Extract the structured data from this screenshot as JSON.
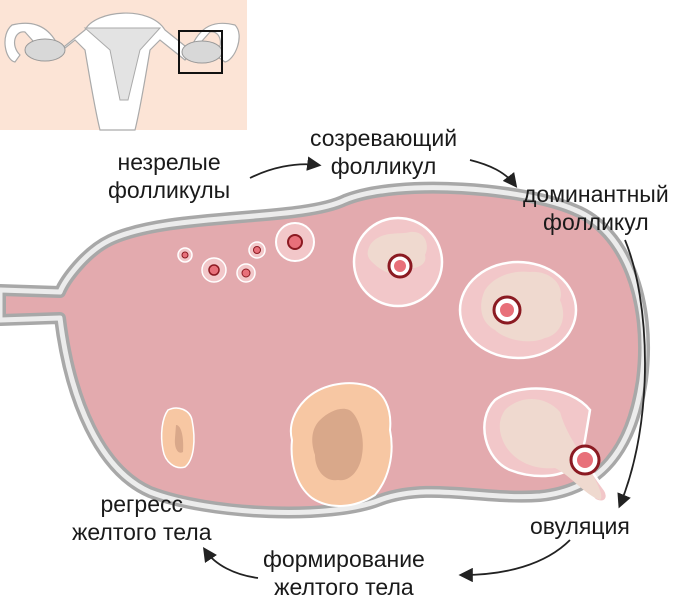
{
  "labels": {
    "immature": [
      "незрелые",
      "фолликулы"
    ],
    "maturing": [
      "созревающий",
      "фолликул"
    ],
    "dominant": [
      "доминантный",
      "фолликул"
    ],
    "ovulation": [
      "овуляция"
    ],
    "forming": [
      "формирование",
      "желтого тела"
    ],
    "regress": [
      "регресс",
      "желтого тела"
    ]
  },
  "colors": {
    "inset_bg": "#fce4d6",
    "ovary_fill": "#e3aaae",
    "ovary_border": "#a8a8a8",
    "follicle": "#f2c7c9",
    "antrum": "#efd9cf",
    "egg": "#e8707a",
    "corpus_luteum": "#f7c7a3",
    "corpus_core": "#d9a88a"
  }
}
